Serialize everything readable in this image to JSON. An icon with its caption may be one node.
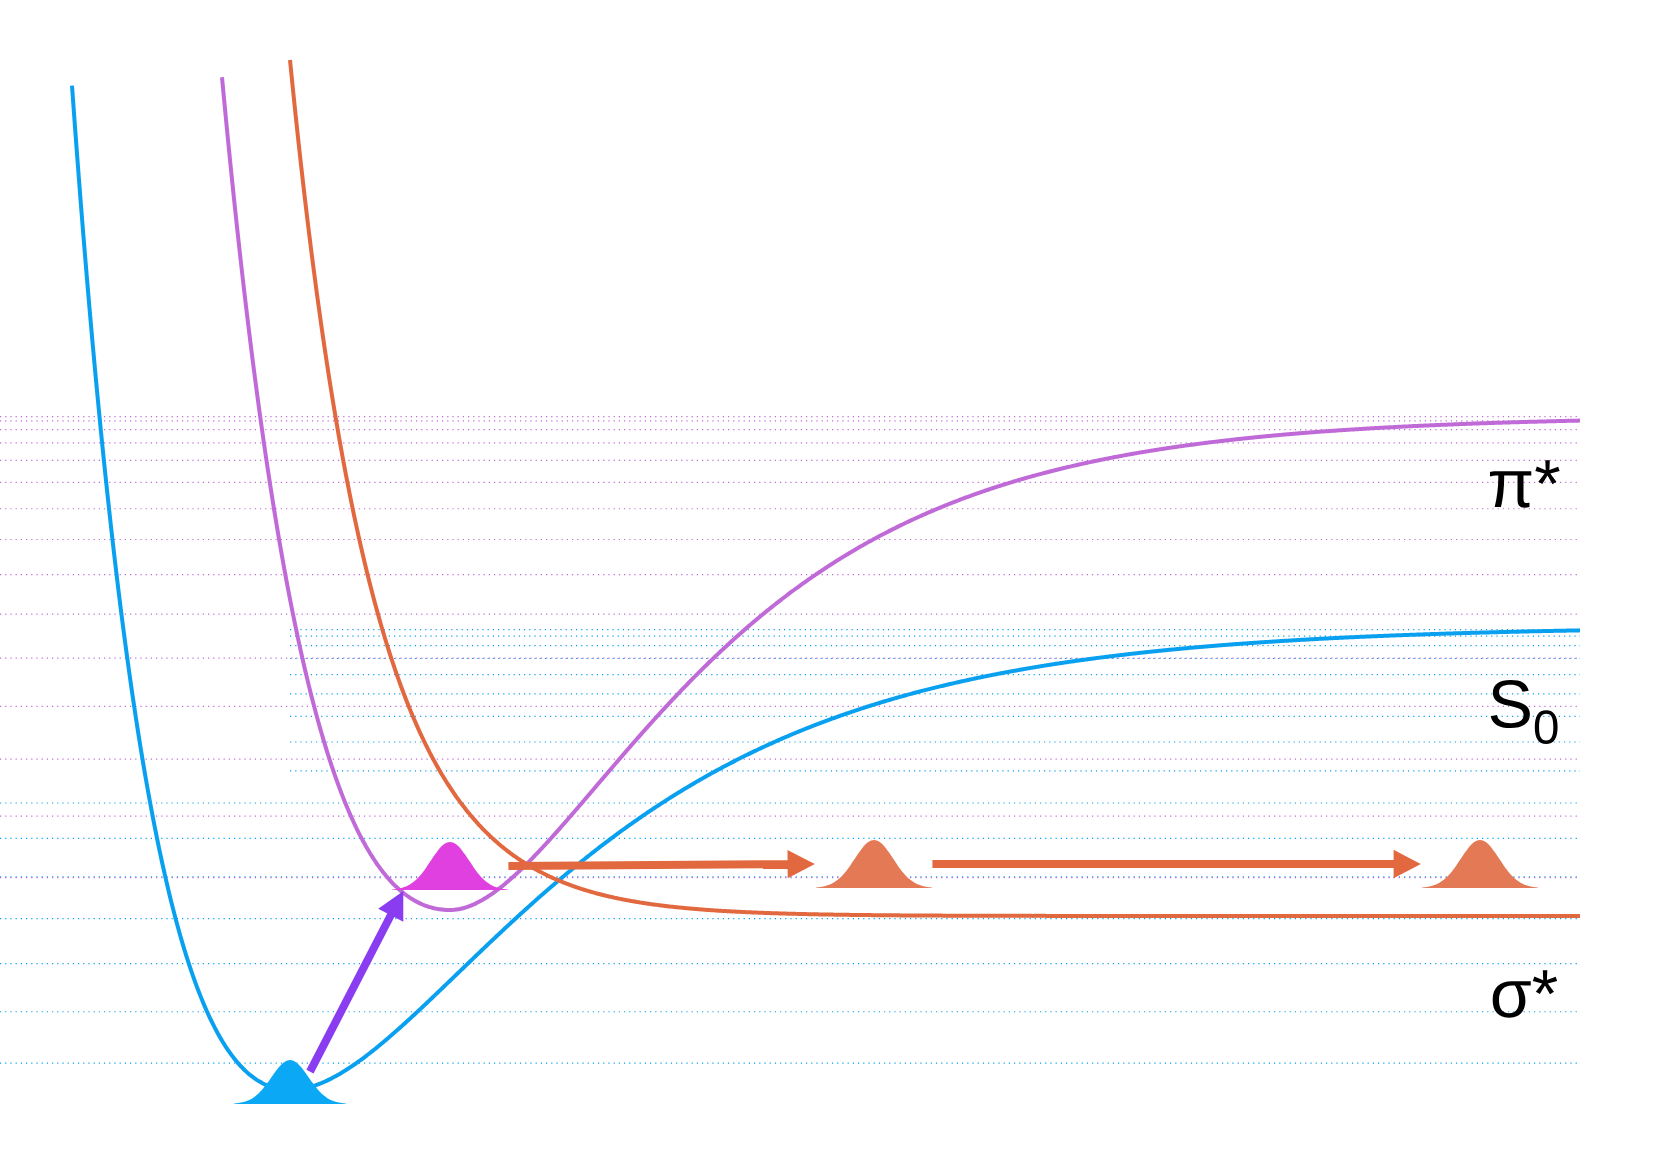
{
  "diagram": {
    "nodes": [
      {
        "text": [],
        "shape": "bell"
      },
      {
        "text": [],
        "shape": "bell"
      },
      {
        "text": [],
        "shape": "bell"
      },
      {
        "text": [],
        "shape": "bell"
      }
    ],
    "edges": [
      {
        "from": 0,
        "to": 1,
        "arrow": "to",
        "color": "#8a3cf0"
      },
      {
        "from": 1,
        "to": 2,
        "arrow": "to"
      },
      {
        "from": 2,
        "to": 3,
        "arrow": "to"
      }
    ],
    "labels": [
      "π*",
      "S$_{0}$",
      "σ*"
    ]
  }
}
